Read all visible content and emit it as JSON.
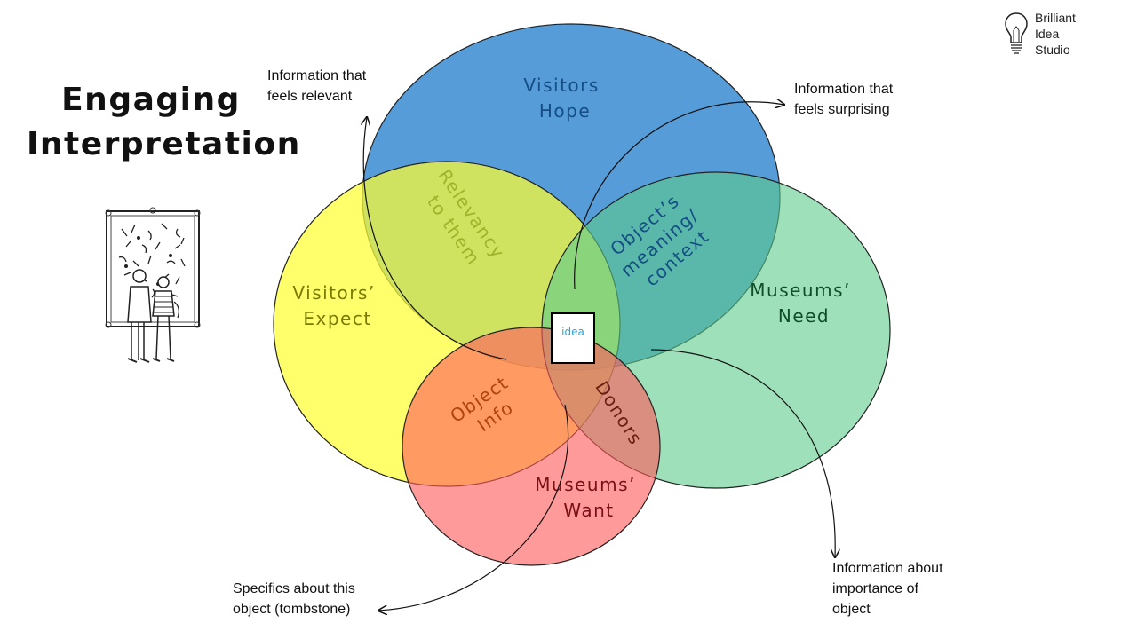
{
  "slide": {
    "title_line1": "Engaging",
    "title_line2": "Interpretation"
  },
  "brand": {
    "line1": "Brilliant",
    "line2": "Idea",
    "line3": "Studio",
    "icon": "lightbulb-icon"
  },
  "illustration": {
    "icon": "museum-visitors-sketch"
  },
  "venn": {
    "circles": {
      "visitors_hope": {
        "line1": "Visitors",
        "line2": "Hope",
        "fill": "#2f86cf",
        "text_color": "#154d84"
      },
      "visitors_expect": {
        "line1": "Visitors’",
        "line2": "Expect",
        "fill": "#ffff55",
        "text_color": "#7a7a00"
      },
      "museums_need": {
        "line1": "Museums’",
        "line2": "Need",
        "fill": "#7dd6a3",
        "text_color": "#114d2a"
      },
      "museums_want": {
        "line1": "Museums’",
        "line2": "Want",
        "fill": "#ff8080",
        "text_color": "#7a1016"
      }
    },
    "overlaps": {
      "relevancy": {
        "line1": "Relevancy",
        "line2": "to them",
        "text_color": "#9fb32a"
      },
      "meaning": {
        "line1": "Object’s",
        "line2": "meaning/",
        "line3": "context",
        "text_color": "#154d84"
      },
      "object_info": {
        "line1": "Object",
        "line2": "Info",
        "text_color": "#b2420e"
      },
      "donors": {
        "line1": "Donors",
        "text_color": "#6b1f14"
      }
    },
    "center_label": "idea"
  },
  "annotations": {
    "relevant": {
      "line1": "Information that",
      "line2": "feels relevant"
    },
    "surprising": {
      "line1": "Information that",
      "line2": "feels surprising"
    },
    "importance": {
      "line1": "Information about",
      "line2": "importance of",
      "line3": "object"
    },
    "specifics": {
      "line1": "Specifics about this",
      "line2": "object (tombstone)"
    }
  }
}
